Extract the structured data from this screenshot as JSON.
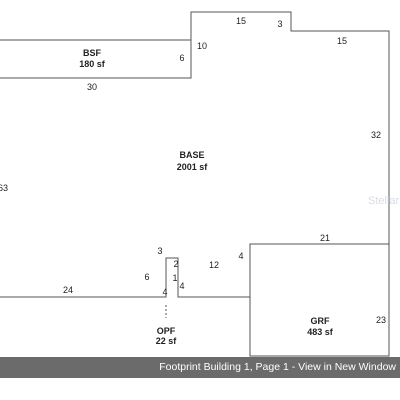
{
  "areas": {
    "bsf": {
      "name": "BSF",
      "size": "180 sf"
    },
    "base": {
      "name": "BASE",
      "size": "2001 sf"
    },
    "grf": {
      "name": "GRF",
      "size": "483 sf"
    },
    "opf": {
      "name": "OPF",
      "size": "22 sf"
    }
  },
  "dimensions": {
    "top_left": "15",
    "top_step": "3",
    "top_right": "15",
    "bsf_side": "6",
    "step_10": "10",
    "bsf_bottom": "30",
    "base_left": "63",
    "right_32": "32",
    "grf_top": "21",
    "grf_right": "23",
    "opf_top": "3",
    "opf_left": "6",
    "opf_inner_2": "2",
    "opf_inner_1": "1",
    "opf_right_4": "4",
    "opf_bottom": "4",
    "porch_12": "12",
    "grf_step_4": "4",
    "bottom_left": "24"
  },
  "watermark": "Stellar",
  "caption": {
    "link_text": "Footprint Building 1, Page 1 - View in New Window"
  }
}
